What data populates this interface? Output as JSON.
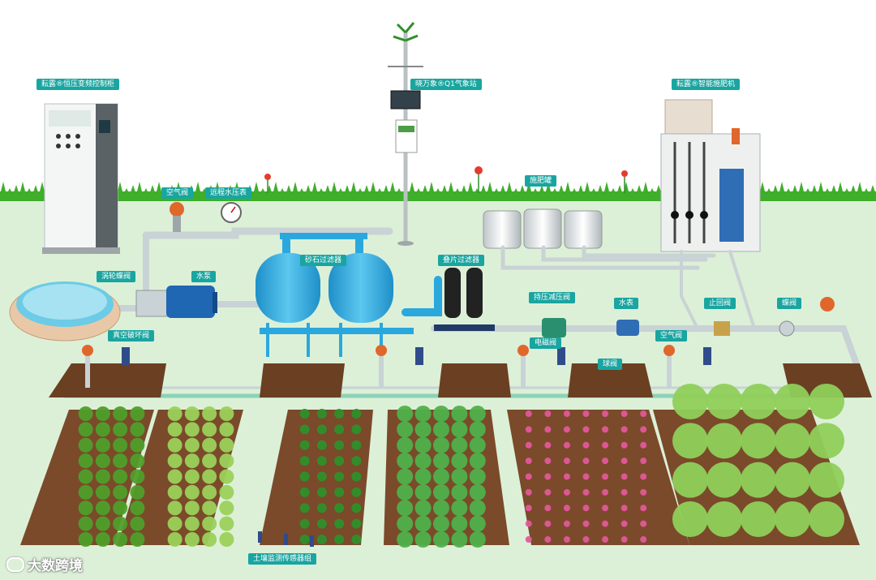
{
  "labels": {
    "control_cabinet": "耘露®恒压变频控制柜",
    "weather_station": "晓万象®Q1气象站",
    "fertigation_machine": "耘露®智能施肥机",
    "air_valve_top": "空气阀",
    "remote_pressure_gauge": "远程水压表",
    "fertilizer_tank": "施肥罐",
    "butterfly_valve_turbo": "涡轮蝶阀",
    "water_pump": "水泵",
    "sand_filter": "砂石过滤器",
    "disc_filter": "叠片过滤器",
    "pressure_reducing_valve": "持压减压阀",
    "water_meter": "水表",
    "check_valve": "止回阀",
    "butterfly_valve": "蝶阀",
    "vacuum_breaker_valve": "真空破坏阀",
    "solenoid_valve": "电磁阀",
    "air_valve_mid": "空气阀",
    "ball_valve": "球阀",
    "soil_sensor_group": "土壤监测传感器组"
  },
  "watermark": "大数跨境",
  "colors": {
    "label_bg": "#19a5a0",
    "grass": "#3fae2a",
    "pipe": "#e8eef0",
    "filter_blue": "#2aa8dd",
    "soil": "#7a4a2a",
    "ground": "#d9efd5"
  }
}
